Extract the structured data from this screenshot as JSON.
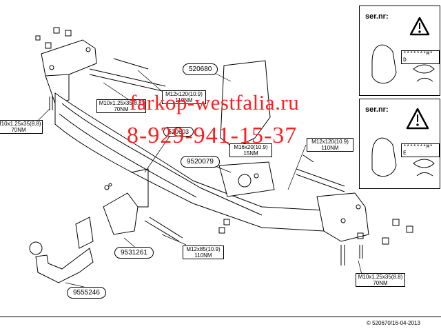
{
  "part_numbers": {
    "main": "520680",
    "bar": "520603",
    "bracket": "9520079",
    "socket_bracket": "9531261",
    "ball": "9555246"
  },
  "bolt_specs": {
    "left_top": {
      "size": "M10x1.25x35(8.8)",
      "torque": "70NM"
    },
    "left_side": {
      "size": "M10x1.25x35(8.8)",
      "torque": "70NM"
    },
    "mid_left": {
      "size": "M12x120(10.9)",
      "torque": "110NM"
    },
    "mid_bracket": {
      "size": "M16x20(10.9)",
      "torque": "15NM"
    },
    "right_top": {
      "size": "M12x120(10.9)",
      "torque": "110NM"
    },
    "bottom_mid": {
      "size": "M12x85(10.9)",
      "torque": "110NM"
    },
    "right_bottom": {
      "size": "M10x1.25x35(8.8)",
      "torque": "70NM"
    }
  },
  "watermark": {
    "line1": "farkop-westfalia.ru",
    "line2": "8-929-941-15-37"
  },
  "sidebar": {
    "panel1": {
      "title": "ser.nr:",
      "code": "*******M* D"
    },
    "panel2": {
      "title": "ser.nr:",
      "code": "*******M* E"
    }
  },
  "footer": {
    "copyright": "© 520670/16-04-2013"
  },
  "colors": {
    "watermark": "#ff1f1f",
    "line": "#000000",
    "background": "#ffffff"
  }
}
